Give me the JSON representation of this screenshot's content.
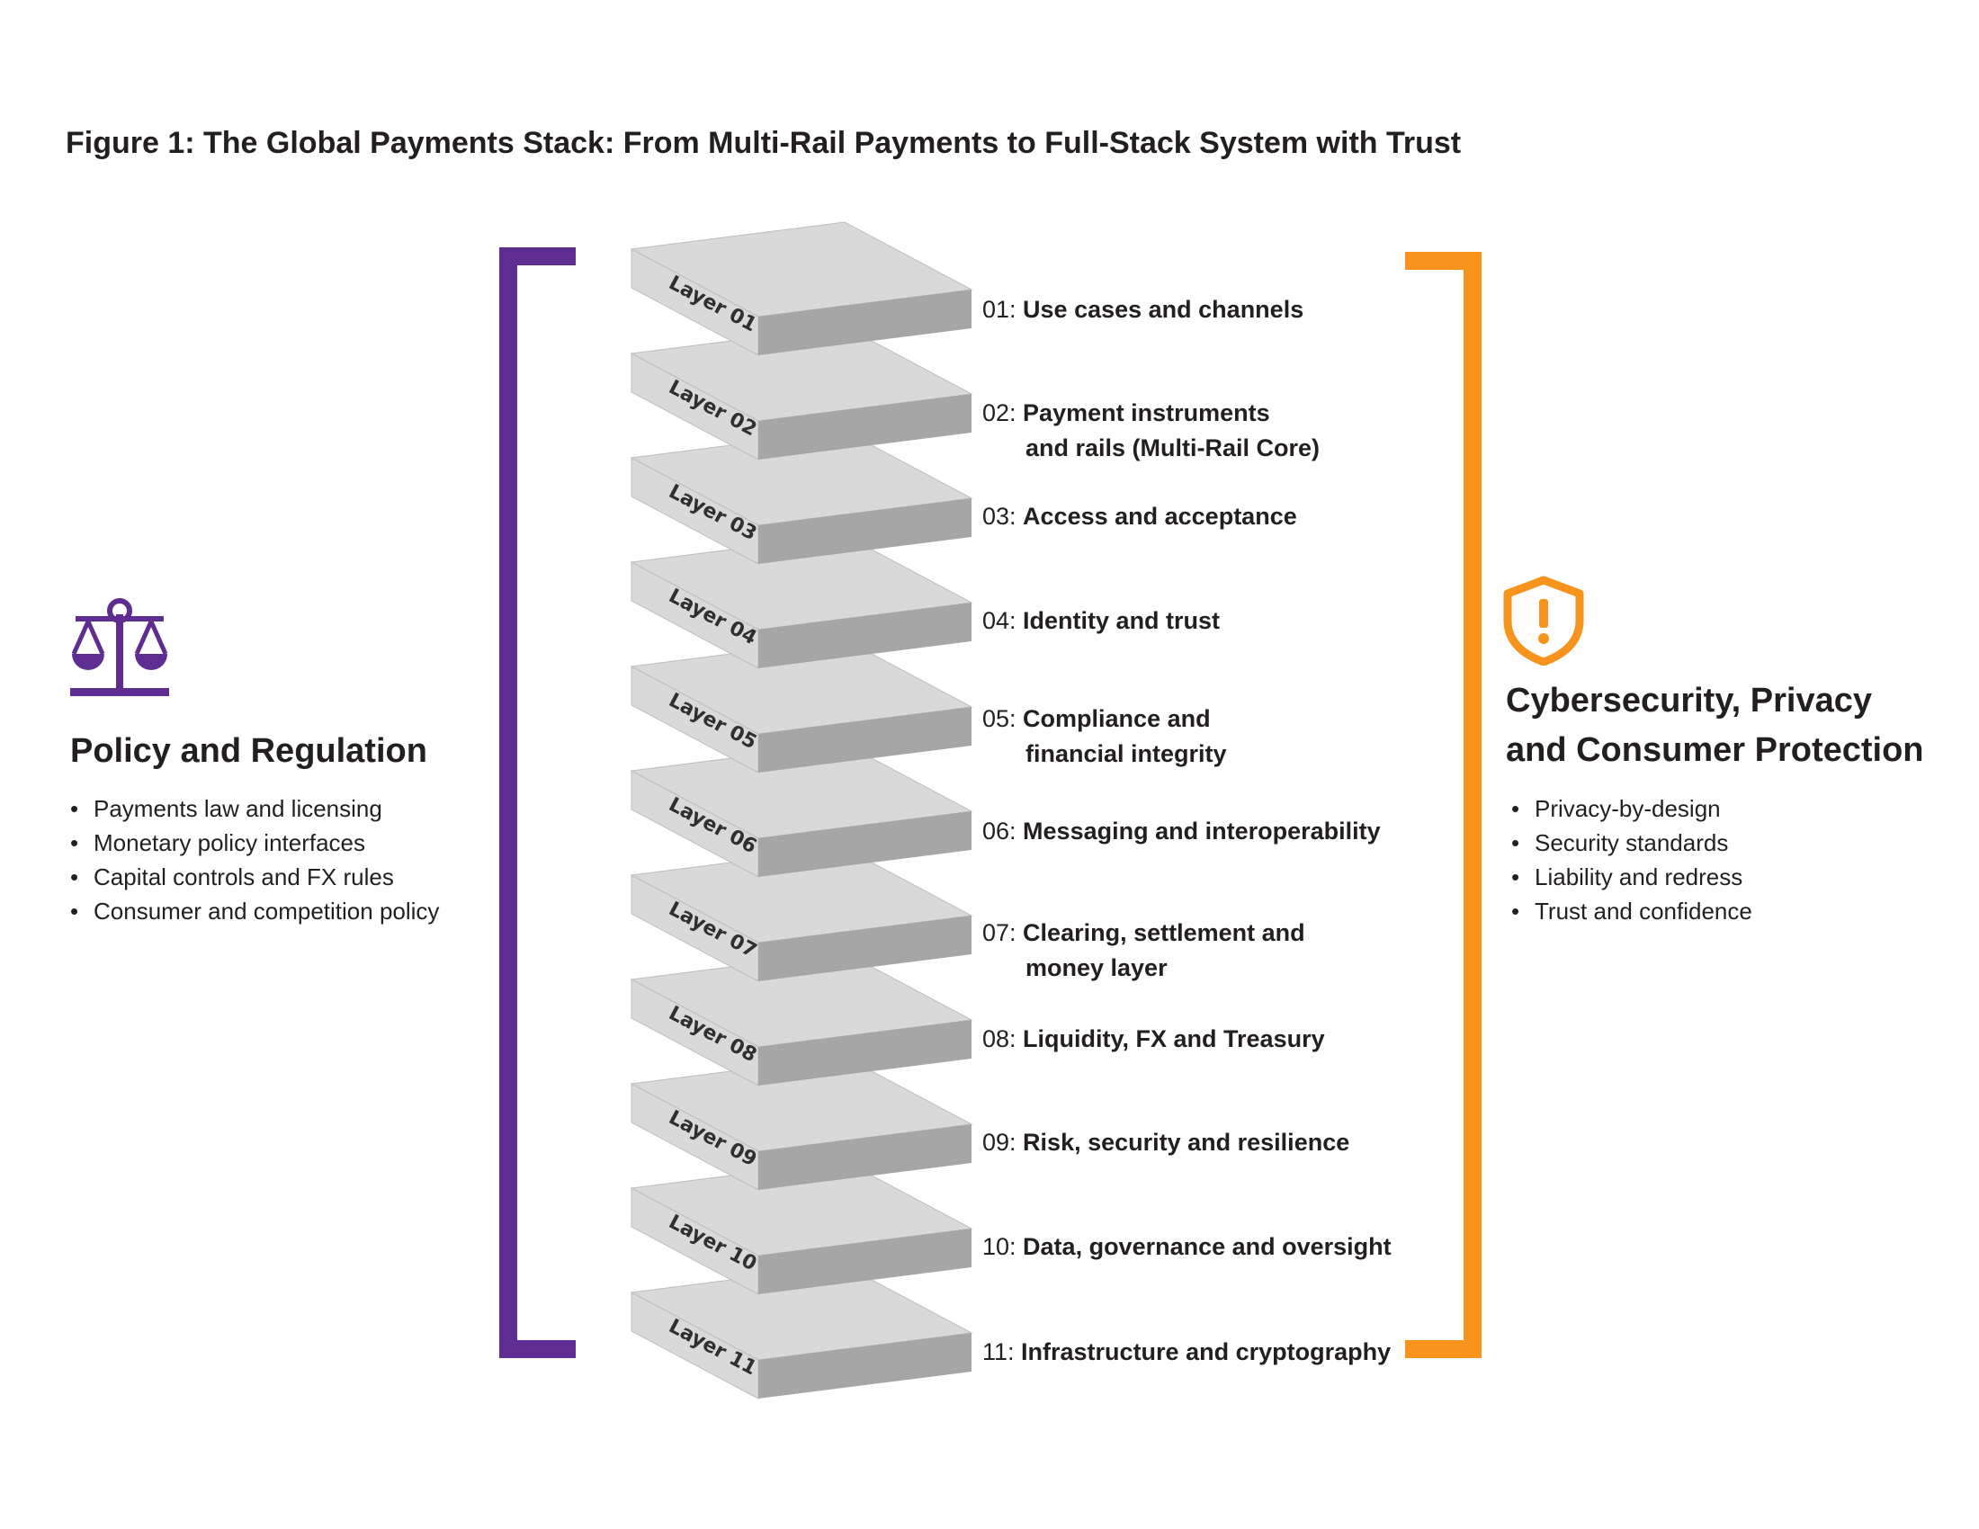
{
  "title": "Figure 1: The Global Payments Stack: From Multi-Rail Payments to Full-Stack System with Trust",
  "colors": {
    "policy_accent": "#5f2d91",
    "security_accent": "#f7941d",
    "layer_top": "#d9d9d9",
    "layer_side": "#a6a6a6",
    "layer_edge": "#bdbdbd"
  },
  "layers": [
    {
      "side_label": "Layer 01",
      "number": "01:",
      "lines": [
        "Use cases and channels"
      ]
    },
    {
      "side_label": "Layer 02",
      "number": "02:",
      "lines": [
        "Payment instruments",
        "and rails (Multi-Rail Core)"
      ]
    },
    {
      "side_label": "Layer 03",
      "number": "03:",
      "lines": [
        "Access and acceptance"
      ]
    },
    {
      "side_label": "Layer 04",
      "number": "04:",
      "lines": [
        "Identity and trust"
      ]
    },
    {
      "side_label": "Layer 05",
      "number": "05:",
      "lines": [
        "Compliance and",
        "financial integrity"
      ]
    },
    {
      "side_label": "Layer 06",
      "number": "06:",
      "lines": [
        "Messaging and interoperability"
      ]
    },
    {
      "side_label": "Layer 07",
      "number": "07:",
      "lines": [
        "Clearing, settlement and",
        "money layer"
      ]
    },
    {
      "side_label": "Layer 08",
      "number": "08:",
      "lines": [
        "Liquidity, FX and Treasury"
      ]
    },
    {
      "side_label": "Layer 09",
      "number": "09:",
      "lines": [
        "Risk, security and resilience"
      ]
    },
    {
      "side_label": "Layer 10",
      "number": "10:",
      "lines": [
        "Data, governance and oversight"
      ]
    },
    {
      "side_label": "Layer 11",
      "number": "11:",
      "lines": [
        "Infrastructure and cryptography"
      ]
    }
  ],
  "policy": {
    "icon": "scales-icon",
    "heading": "Policy and Regulation",
    "bullets": [
      "Payments law and licensing",
      "Monetary policy interfaces",
      "Capital controls and FX rules",
      "Consumer and competition policy"
    ]
  },
  "security": {
    "icon": "shield-alert-icon",
    "heading_lines": [
      "Cybersecurity, Privacy",
      "and Consumer Protection"
    ],
    "bullets": [
      "Privacy-by-design",
      "Security standards",
      "Liability and redress",
      "Trust and confidence"
    ]
  }
}
